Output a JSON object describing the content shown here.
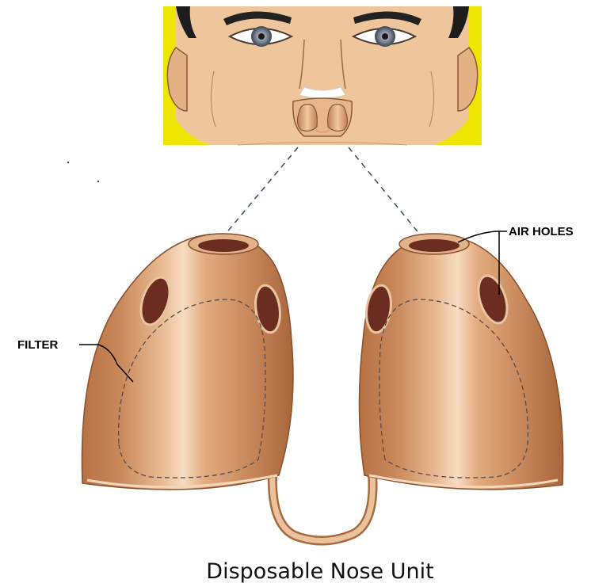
{
  "labels": {
    "filter": "FILTER",
    "air_holes": "AIR HOLES"
  },
  "caption": "Disposable Nose Unit",
  "colors": {
    "background_yellow": "#eee600",
    "skin": "#efc59c",
    "skin_shadow": "#c98f63",
    "unit_dark": "#b06a3e",
    "unit_light": "#f4d3b5",
    "hole": "#6b2d20",
    "ink": "#000000"
  }
}
